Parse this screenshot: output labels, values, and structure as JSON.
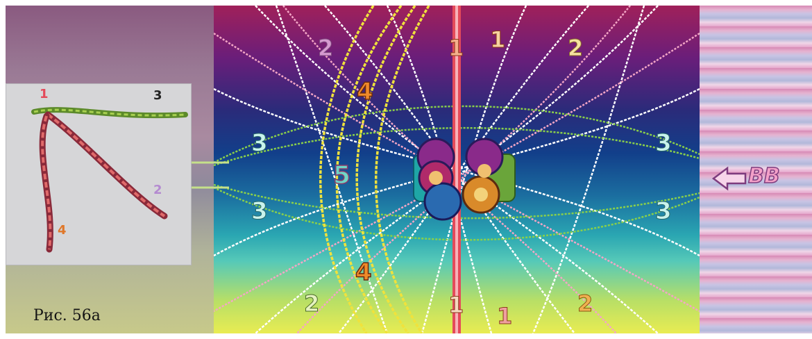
{
  "caption": "Рис. 56а",
  "arrow_label": "BB",
  "inset_labels": [
    "1",
    "3",
    "2",
    "4"
  ],
  "main_labels": [
    "2",
    "1",
    "1",
    "2",
    "4",
    "3",
    "3",
    "5",
    "3",
    "3",
    "4",
    "2",
    "1",
    "1",
    "2"
  ],
  "colors": {
    "fiber_1": "#e44a5a",
    "fiber_2": "#f4a6c6",
    "fiber_3": "#8ad04a",
    "fiber_4": "#f0e23c",
    "fiber_white": "#ffffff",
    "label_outline": "#5a2a10"
  }
}
